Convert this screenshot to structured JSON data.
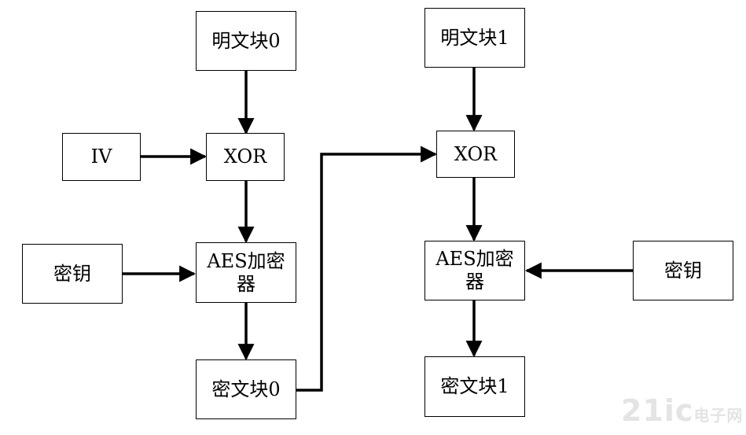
{
  "left_chain": {
    "plaintext_block": "明文块0",
    "iv": "IV",
    "xor": "XOR",
    "key": "密钥",
    "encryptor_line1": "AES加密",
    "encryptor_line2": "器",
    "ciphertext_block": "密文块0"
  },
  "right_chain": {
    "plaintext_block": "明文块1",
    "xor": "XOR",
    "key": "密钥",
    "encryptor_line1": "AES加密",
    "encryptor_line2": "器",
    "ciphertext_block": "密文块1"
  },
  "watermark": {
    "text": "21ic",
    "suffix": "电子网"
  },
  "colors": {
    "stroke": "#000000",
    "background": "#ffffff",
    "watermark": "#e4e4e4"
  }
}
